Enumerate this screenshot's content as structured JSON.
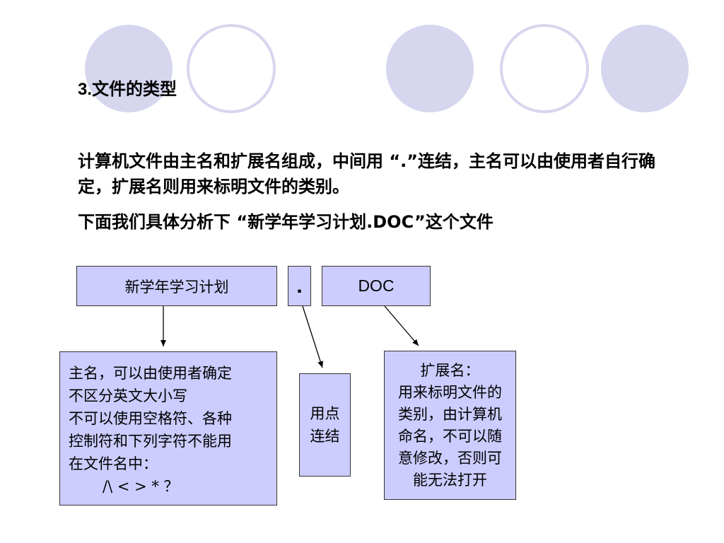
{
  "colors": {
    "circle_fill": "#d6d6ef",
    "circle_stroke": "#d6d6ef",
    "box_fill": "#ccccff",
    "box_border": "#333333"
  },
  "heading": {
    "number": "3.",
    "text": "文件的类型"
  },
  "paragraphs": {
    "p1": "计算机文件由主名和扩展名组成，中间用 “.”连结，主名可以由使用者自行确定，扩展名则用来标明文件的类别。",
    "p2": "下面我们具体分析下 “新学年学习计划.DOC”这个文件"
  },
  "diagram": {
    "name_box": "新学年学习计划",
    "dot_box": ".",
    "ext_box": "DOC",
    "main_desc": {
      "lines": [
        "主名，可以由使用者确定",
        "不区分英文大小写",
        "不可以使用空格符、各种",
        "控制符和下列字符不能用",
        "在文件名中：",
        "/\\ < > * ？"
      ]
    },
    "link_desc": {
      "lines": [
        "用点",
        "连结"
      ]
    },
    "ext_desc": {
      "lines": [
        "扩展名：",
        "用来标明文件的",
        "类别，由计算机",
        "命名，不可以随",
        "意修改，否则可",
        "能无法打开"
      ]
    }
  }
}
